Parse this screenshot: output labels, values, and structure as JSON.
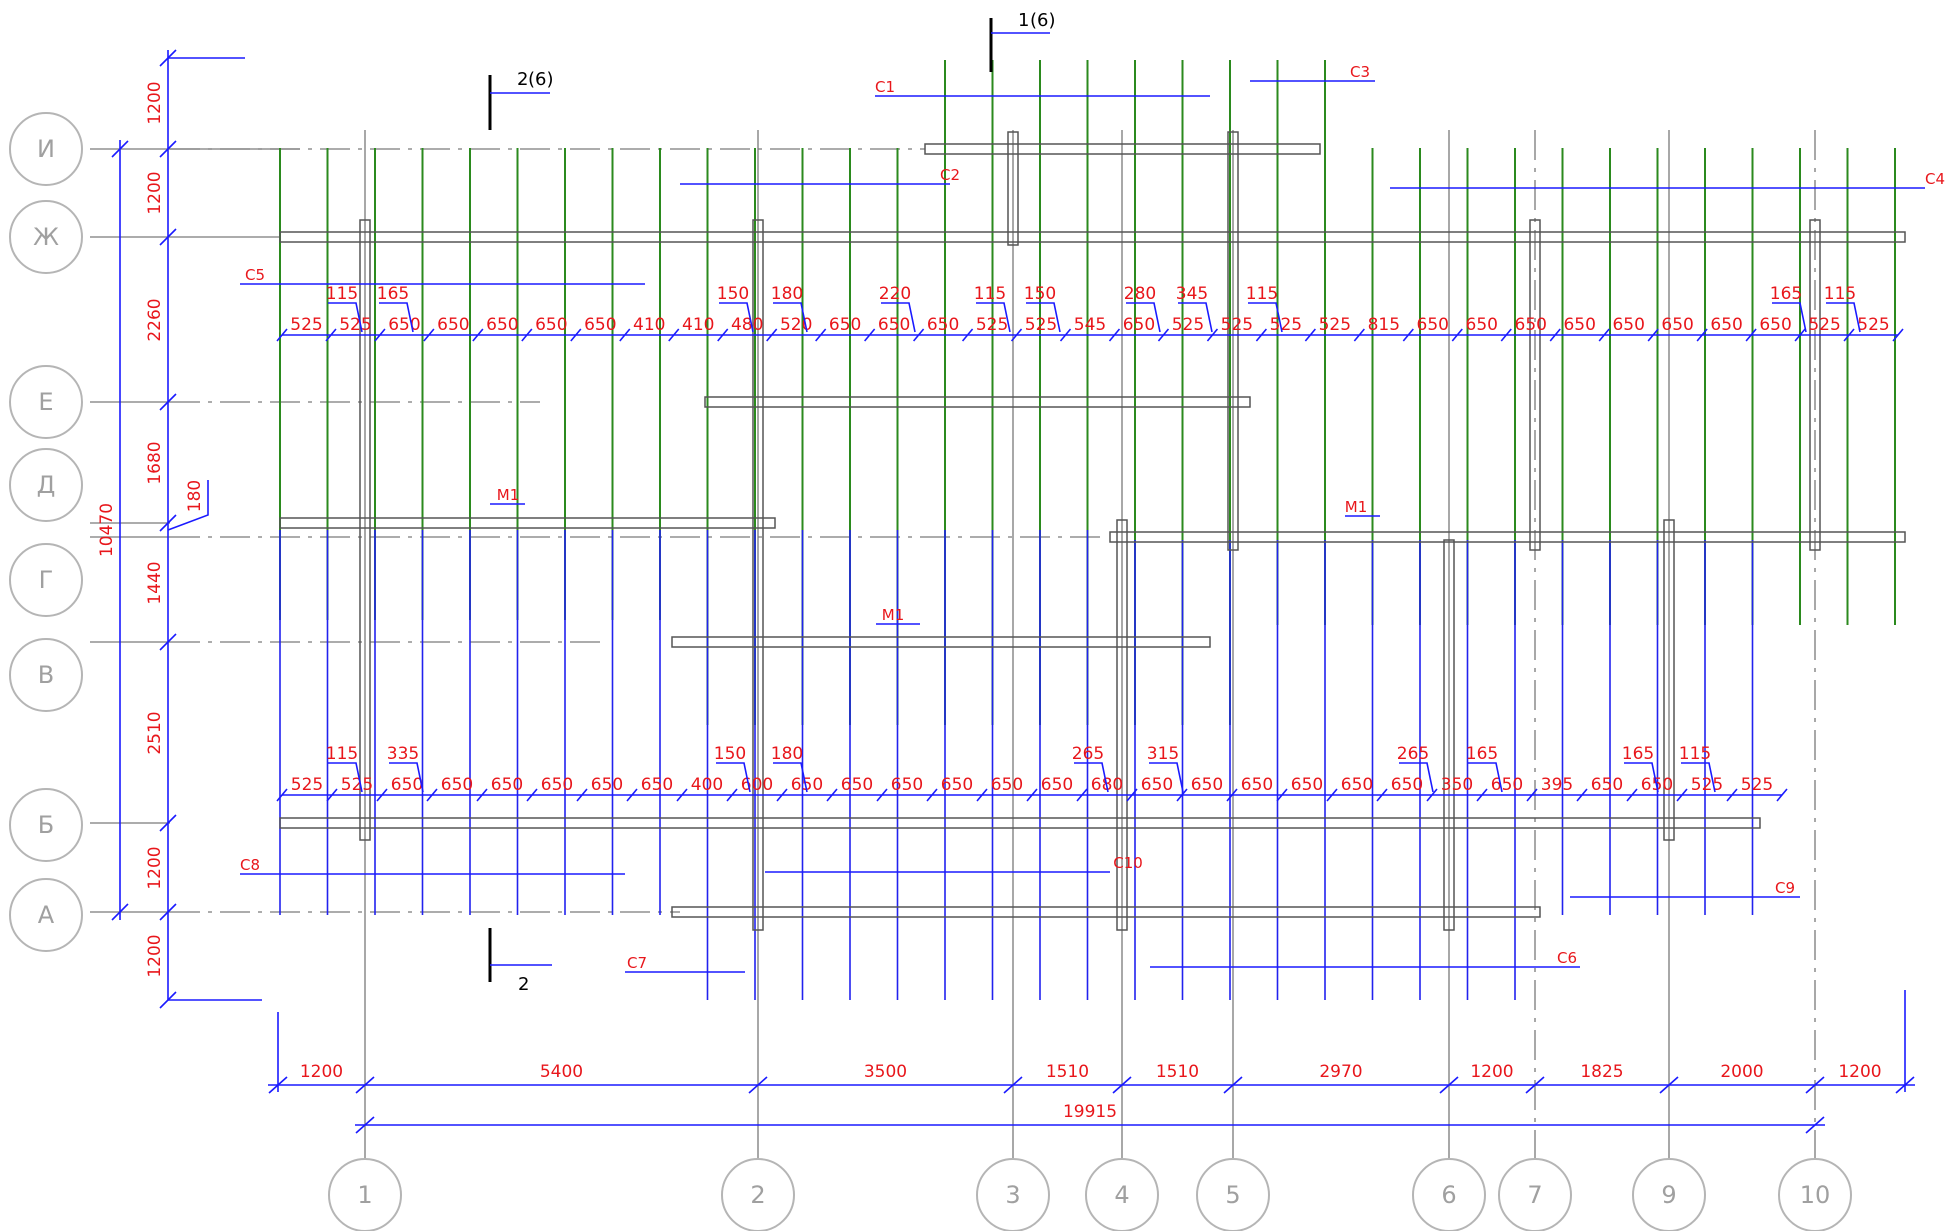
{
  "row_axes": [
    "И",
    "Ж",
    "Е",
    "Д",
    "Г",
    "В",
    "Б",
    "А"
  ],
  "col_axes": [
    "1",
    "2",
    "3",
    "4",
    "5",
    "6",
    "7",
    "9",
    "10"
  ],
  "row_dims": [
    "1200",
    "1200",
    "2260",
    "1680",
    "1440",
    "2510",
    "1200",
    "1200"
  ],
  "row_total": "10470",
  "row_extra": "180",
  "col_dims": [
    "1200",
    "5400",
    "3500",
    "1510",
    "1510",
    "2970",
    "1200",
    "1825",
    "2000",
    "1200"
  ],
  "col_total": "19915",
  "top_spacing": [
    "525",
    "525",
    "650",
    "650",
    "650",
    "650",
    "650",
    "410",
    "410",
    "480",
    "520",
    "650",
    "650",
    "650",
    "525",
    "525",
    "545",
    "650",
    "525",
    "525",
    "525",
    "525",
    "815",
    "650",
    "650",
    "650",
    "650",
    "650",
    "650",
    "650",
    "650",
    "525",
    "525"
  ],
  "top_callouts": [
    "115",
    "165",
    "150",
    "180",
    "220",
    "115",
    "150",
    "280",
    "115",
    "345",
    "165",
    "115"
  ],
  "bottom_spacing": [
    "525",
    "525",
    "650",
    "650",
    "650",
    "650",
    "650",
    "650",
    "400",
    "600",
    "650",
    "650",
    "650",
    "650",
    "650",
    "650",
    "680",
    "650",
    "650",
    "650",
    "650",
    "650",
    "650",
    "350",
    "650",
    "395",
    "650",
    "650",
    "525",
    "525"
  ],
  "bottom_callouts": [
    "115",
    "335",
    "150",
    "180",
    "265",
    "315",
    "265",
    "165",
    "165",
    "115"
  ],
  "mesh_marks": [
    "С1",
    "С2",
    "С3",
    "С4",
    "С5",
    "С6",
    "С7",
    "С8",
    "С9",
    "С10",
    "М1",
    "М1",
    "М1"
  ],
  "sections": {
    "s1": "1",
    "s1_sheet": "(6)",
    "s2": "2",
    "s2_sheet": "(6)",
    "s2b": "2"
  }
}
